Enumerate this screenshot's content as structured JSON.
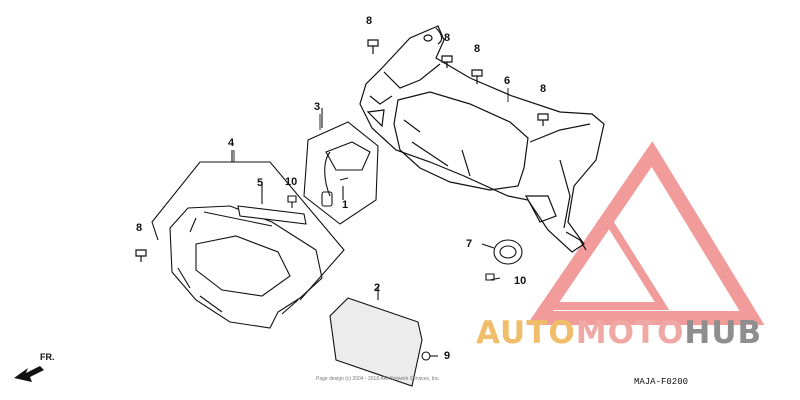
{
  "callouts": {
    "c1": "1",
    "c2": "2",
    "c3": "3",
    "c4": "4",
    "c5": "5",
    "c6": "6",
    "c7": "7",
    "c8a": "8",
    "c8b": "8",
    "c8c": "8",
    "c8d": "8",
    "c8e": "8",
    "c9": "9",
    "c10a": "10",
    "c10b": "10"
  },
  "front_label": "FR.",
  "diagram_code": "MAJA-F0200",
  "copyright": "Page design (c) 2004 - 2018 ARI Network Services, Inc.",
  "watermark": {
    "part1": "AUTO",
    "part2": "MOTO",
    "part3": "HUB",
    "colors": {
      "auto": "#f0bd6a",
      "moto": "#f0a8a4",
      "hub": "#8e8e8e",
      "triangle": "#f08a8a"
    }
  }
}
